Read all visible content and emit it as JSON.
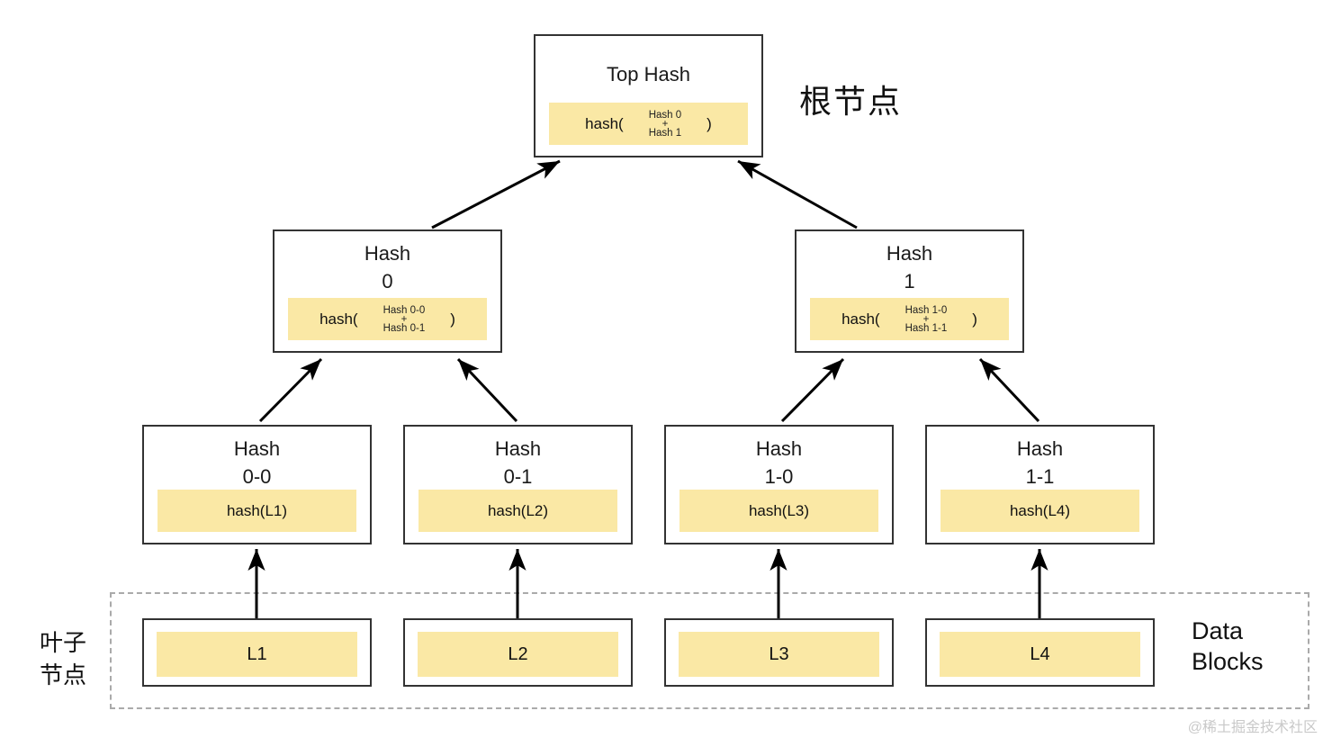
{
  "nodes": {
    "root": {
      "title": "Top Hash",
      "hash_prefix": "hash(",
      "operand1": "Hash 0",
      "operator": "+",
      "operand2": "Hash 1",
      "hash_suffix": ")"
    },
    "internal": [
      {
        "title": "Hash",
        "subtitle": "0",
        "hash_prefix": "hash(",
        "operand1": "Hash 0-0",
        "operator": "+",
        "operand2": "Hash 0-1",
        "hash_suffix": ")"
      },
      {
        "title": "Hash",
        "subtitle": "1",
        "hash_prefix": "hash(",
        "operand1": "Hash 1-0",
        "operator": "+",
        "operand2": "Hash 1-1",
        "hash_suffix": ")"
      }
    ],
    "leaf_hashes": [
      {
        "title": "Hash",
        "subtitle": "0-0",
        "formula": "hash(L1)"
      },
      {
        "title": "Hash",
        "subtitle": "0-1",
        "formula": "hash(L2)"
      },
      {
        "title": "Hash",
        "subtitle": "1-0",
        "formula": "hash(L3)"
      },
      {
        "title": "Hash",
        "subtitle": "1-1",
        "formula": "hash(L4)"
      }
    ],
    "data_blocks": [
      {
        "label": "L1"
      },
      {
        "label": "L2"
      },
      {
        "label": "L3"
      },
      {
        "label": "L4"
      }
    ]
  },
  "annotations": {
    "root_label": "根节点",
    "leaf_label_line1": "叶子",
    "leaf_label_line2": "节点",
    "data_blocks_label_line1": "Data",
    "data_blocks_label_line2": "Blocks",
    "watermark": "@稀土掘金技术社区"
  },
  "colors": {
    "node_fill": "#FFFFFF",
    "node_border": "#333333",
    "highlight_fill": "#FAE8A5",
    "arrow": "#000000",
    "dashed_border": "#AAAAAA",
    "watermark_text": "#C9C9C9"
  }
}
